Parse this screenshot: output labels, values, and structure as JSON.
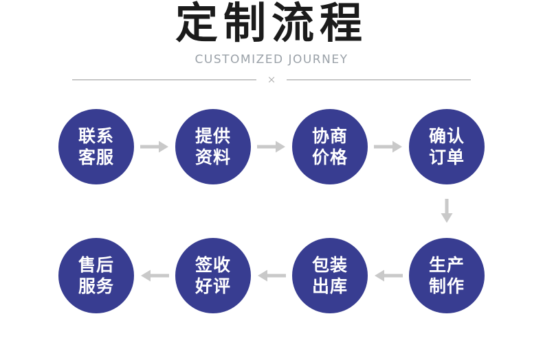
{
  "header": {
    "title": "定制流程",
    "subtitle": "CUSTOMIZED JOURNEY",
    "divider_symbol": "×"
  },
  "colors": {
    "title_text": "#1b1b1b",
    "subtitle_text": "#9aa1a8",
    "divider_line": "#999999",
    "circle_fill": "#383d91",
    "circle_text": "#ffffff",
    "arrow": "#c9c9c9"
  },
  "flow": {
    "row1": {
      "direction": "right",
      "step1": {
        "line1": "联系",
        "line2": "客服"
      },
      "step2": {
        "line1": "提供",
        "line2": "资料"
      },
      "step3": {
        "line1": "协商",
        "line2": "价格"
      },
      "step4": {
        "line1": "确认",
        "line2": "订单"
      }
    },
    "row2": {
      "direction": "left",
      "step1": {
        "line1": "售后",
        "line2": "服务"
      },
      "step2": {
        "line1": "签收",
        "line2": "好评"
      },
      "step3": {
        "line1": "包装",
        "line2": "出库"
      },
      "step4": {
        "line1": "生产",
        "line2": "制作"
      }
    }
  }
}
